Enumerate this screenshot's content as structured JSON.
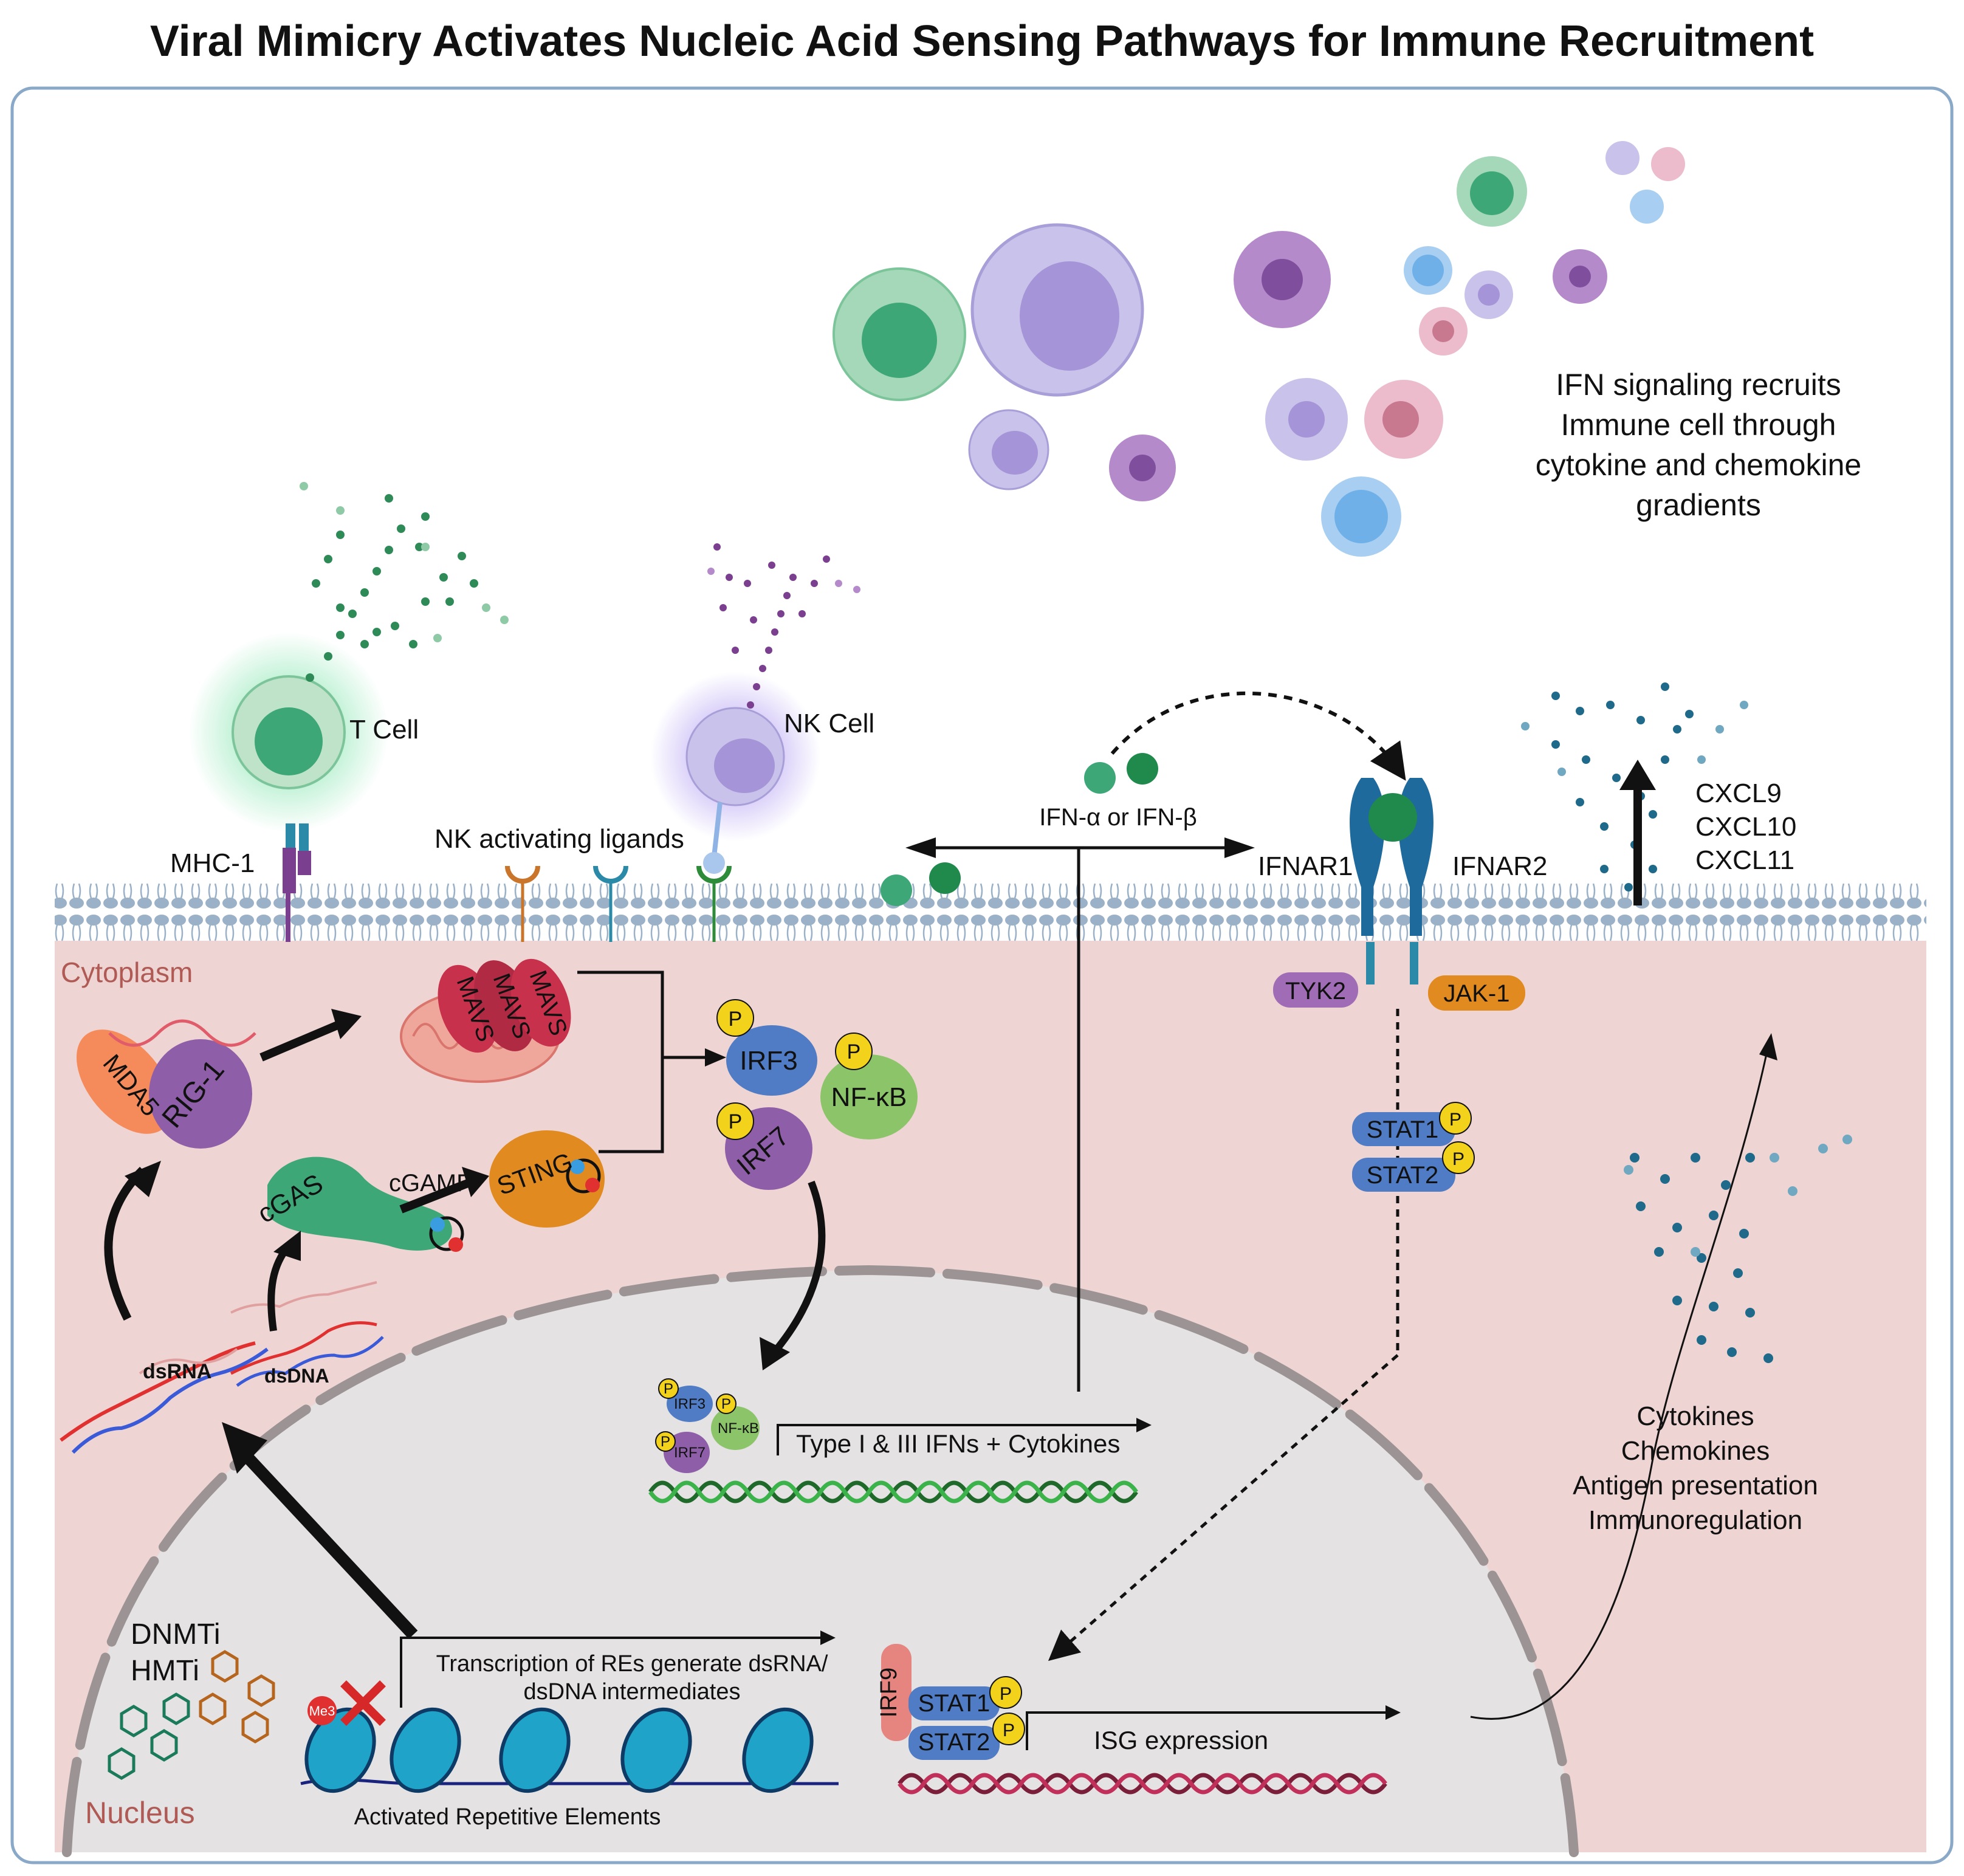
{
  "title": "Viral Mimicry Activates Nucleic Acid Sensing Pathways for Immune Recruitment",
  "regions": {
    "cytoplasm": "Cytoplasm",
    "nucleus": "Nucleus"
  },
  "cells": {
    "t_cell": "T Cell",
    "nk_cell": "NK Cell",
    "mhc1": "MHC-1",
    "nk_ligands": "NK activating ligands"
  },
  "recruitment_text": [
    "IFN signaling recruits",
    "Immune cell through",
    "cytokine and chemokine",
    "gradients"
  ],
  "chemokines": [
    "CXCL9",
    "CXCL10",
    "CXCL11"
  ],
  "ifn": {
    "ifn_label": "IFN-α or IFN-β",
    "ifnar1": "IFNAR1",
    "ifnar2": "IFNAR2",
    "tyk2": "TYK2",
    "jak1": "JAK-1",
    "stat1": "STAT1",
    "stat2": "STAT2",
    "irf9": "IRF9",
    "phospho": "P"
  },
  "sensors": {
    "mda5": "MDA5",
    "rig1": "RIG-1",
    "mavs": "MAVS",
    "cgas": "cGAS",
    "cgamp": "cGAMP",
    "sting": "STING",
    "irf3": "IRF3",
    "irf7": "IRF7",
    "nfkb": "NF-κB"
  },
  "nucleic_acids": {
    "dsrna": "dsRNA",
    "dsdna": "dsDNA"
  },
  "nucleus_text": {
    "type_ifn": "Type I & III IFNs + Cytokines",
    "transcription_line1": "Transcription of REs generate dsRNA/",
    "transcription_line2": "dsDNA intermediates",
    "activated_re": "Activated Repetitive Elements",
    "isg": "ISG expression",
    "dnmti": "DNMTi",
    "hmti": "HMTi",
    "me3": "Me3"
  },
  "outputs": [
    "Cytokines",
    "Chemokines",
    "Antigen presentation",
    "Immunoregulation"
  ]
}
